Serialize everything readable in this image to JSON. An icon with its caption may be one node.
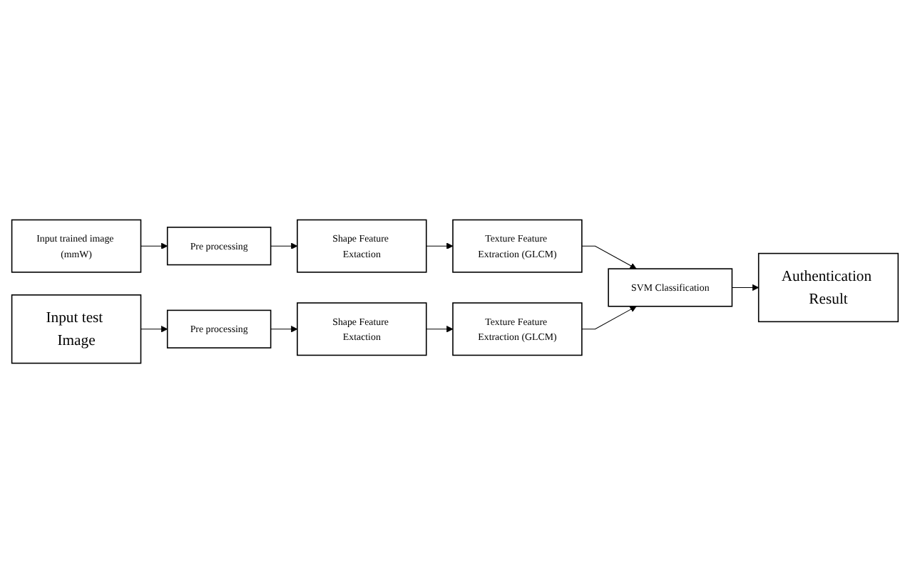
{
  "diagram": {
    "nodes": [
      {
        "text": [
          "Input trained image (mmW)"
        ]
      },
      {
        "text": [
          "Pre processing"
        ]
      },
      {
        "text": [
          "Shape Feature Extaction"
        ]
      },
      {
        "text": [
          "Texture Feature Extraction (GLCM)"
        ]
      },
      {
        "text": [
          "SVM Classification"
        ]
      },
      {
        "text": [
          "Authentication Result"
        ]
      },
      {
        "text": [
          "Input test Image"
        ]
      },
      {
        "text": [
          "Pre processing"
        ]
      },
      {
        "text": [
          "Shape Feature Extaction"
        ]
      },
      {
        "text": [
          "Texture Feature Extraction (GLCM)"
        ]
      }
    ],
    "edges": [
      {
        "from": 0,
        "to": 1,
        "arrow": "to"
      },
      {
        "from": 1,
        "to": 2,
        "arrow": "to"
      },
      {
        "from": 2,
        "to": 3,
        "arrow": "to"
      },
      {
        "from": 3,
        "to": 4,
        "arrow": "to"
      },
      {
        "from": 4,
        "to": 5,
        "arrow": "to"
      },
      {
        "from": 6,
        "to": 7,
        "arrow": "to"
      },
      {
        "from": 7,
        "to": 8,
        "arrow": "to"
      },
      {
        "from": 8,
        "to": 9,
        "arrow": "to"
      },
      {
        "from": 9,
        "to": 4,
        "arrow": "to"
      }
    ]
  }
}
